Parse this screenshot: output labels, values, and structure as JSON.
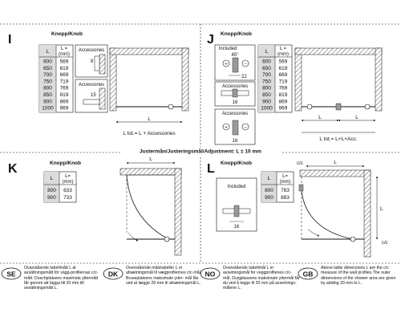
{
  "panels": {
    "I": {
      "letter": "I",
      "title": "Knopp/Knob",
      "table_header": [
        "L",
        "L=\n(mm)"
      ],
      "table_header_left": "L",
      "table_header_right": "L =\n(mm)",
      "rows": [
        [
          "600",
          "569"
        ],
        [
          "650",
          "619"
        ],
        [
          "700",
          "669"
        ],
        [
          "750",
          "719"
        ],
        [
          "800",
          "769"
        ],
        [
          "850",
          "819"
        ],
        [
          "900",
          "869"
        ],
        [
          "1000",
          "969"
        ]
      ],
      "accessories_label": "Accessories",
      "accessories_label2": "Accessories",
      "dim_8": "8",
      "dim_15": "15",
      "L_label": "L",
      "bottom_label": "L tot.= L + Accessories"
    },
    "J": {
      "letter": "J",
      "title": "Knopp/Knob",
      "included_label": "Included",
      "angle_label": "45°",
      "dim_22": "22",
      "accessories_label": "Accessories",
      "dim_16a": "16",
      "accessories_label2": "Accessories",
      "dim_16b": "16",
      "L_label_a": "L",
      "L_label_b": "L",
      "bottom_label": "L tot.= L+L+Acc.",
      "table_header_left": "L",
      "table_header_right": "L =\n(mm)",
      "rows": [
        [
          "600",
          "569"
        ],
        [
          "650",
          "619"
        ],
        [
          "700",
          "669"
        ],
        [
          "750",
          "719"
        ],
        [
          "800",
          "769"
        ],
        [
          "850",
          "819"
        ],
        [
          "900",
          "869"
        ],
        [
          "1000",
          "969"
        ]
      ]
    },
    "divider_label": "Justermån/Justeringsmål/Adjustment: L ± 10 mm",
    "K": {
      "letter": "K",
      "title": "Knopp/Knob",
      "table_header_left": "L",
      "table_header_right": "L=\n(mm)",
      "rows": [
        [
          "800",
          "633"
        ],
        [
          "900",
          "733"
        ]
      ],
      "L_label": "L"
    },
    "L": {
      "letter": "L",
      "title": "Knopp/Knob",
      "table_header_left": "L",
      "table_header_right": "L=\n(mm)",
      "rows": [
        [
          "800",
          "783"
        ],
        [
          "900",
          "883"
        ]
      ],
      "included_label": "Included",
      "dim_16": "16",
      "cc_top": "c/c",
      "cc_side": "c/c",
      "L_top": "L",
      "L_side": "L"
    }
  },
  "footer": [
    {
      "code": "SE",
      "text": "Ovanstående tabellmått L är avsättningsmått för vägg-profilernas c/c-mått. Duschplatsens maximala yttermått får genom att lägga till 20 mm till avsättningsmått L."
    },
    {
      "code": "DK",
      "text": "Ovenstående målstabeller L er afsætningsmål til vægprofilernes c/c-mål. Bruseplatsens maksimale yder- mål fås ved at lægge 20 mm til afsætningsmål L."
    },
    {
      "code": "NO",
      "text": "Ovenstående tabellmål L er avsetningsmål for veggprofilenes c/c- mål. Dusjplassens maksimale yttermål får du ved å legge til 20 mm på avsetnings-målene L."
    },
    {
      "code": "GB",
      "text": "Above table dimensions L are the c/c measure of the wall profiles.The outer dimensions of the shower area are given by adding 20 mm to L."
    }
  ],
  "colors": {
    "line": "#111111",
    "hatch": "#555555",
    "shade": "#cfcfcf",
    "panel_shade": "#e6e6e6"
  }
}
